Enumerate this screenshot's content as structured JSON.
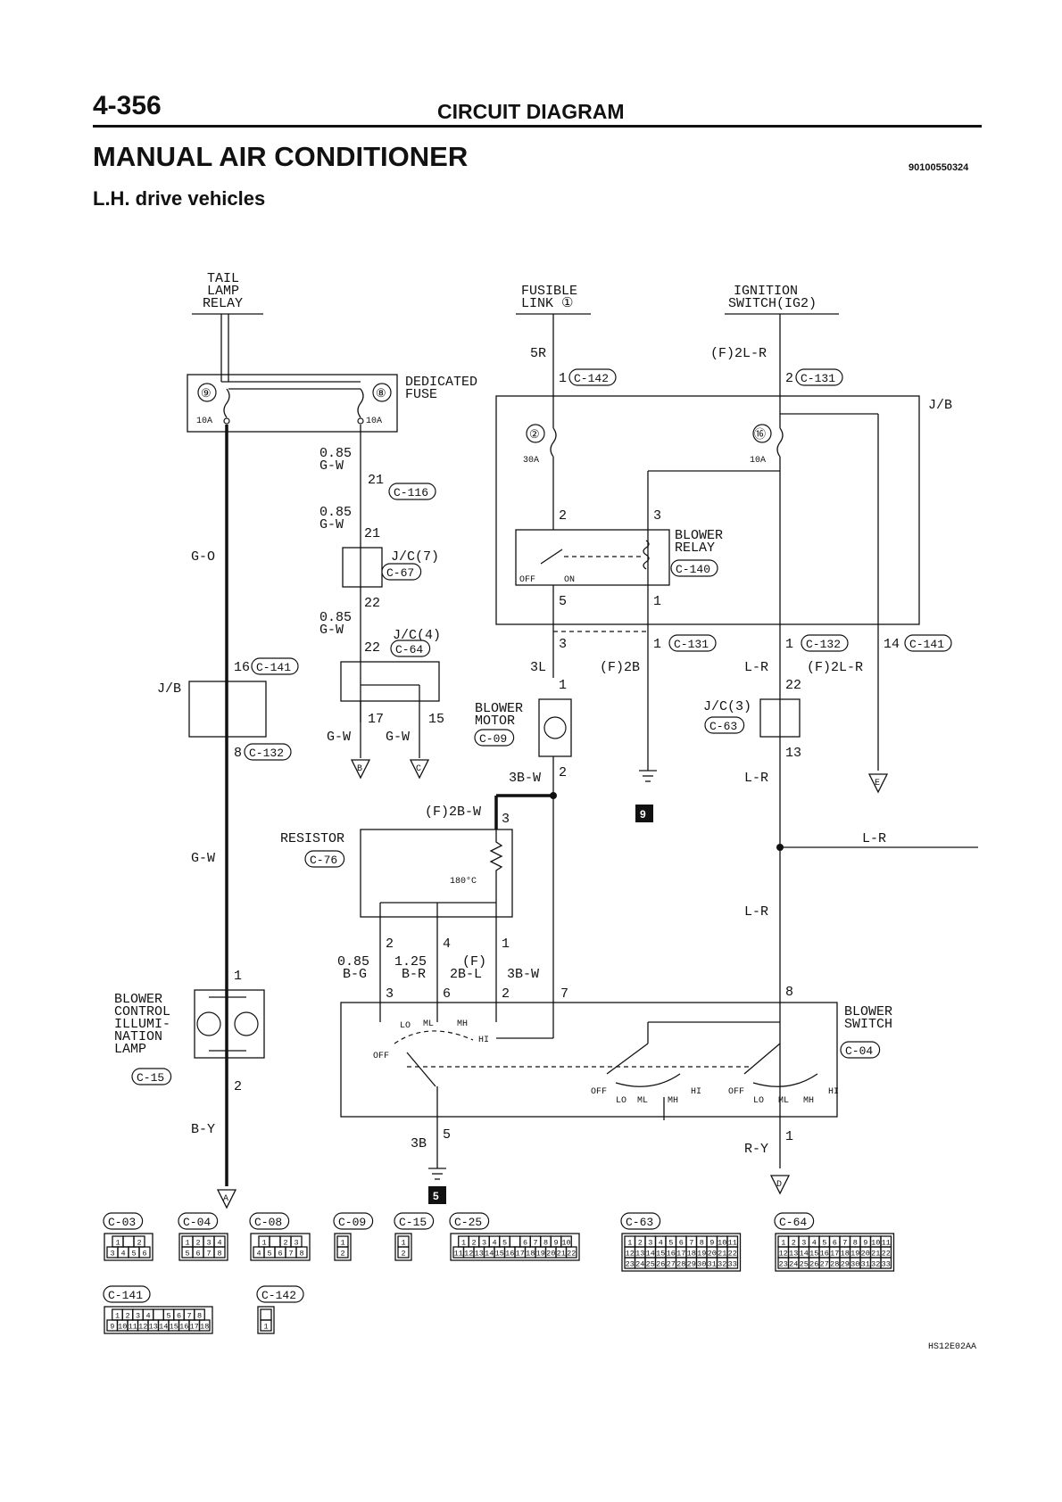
{
  "header": {
    "page_number": "4-356",
    "section": "CIRCUIT DIAGRAM",
    "title": "MANUAL AIR CONDITIONER",
    "doc_id": "90100550324",
    "subtitle": "L.H. drive vehicles"
  },
  "footer_id": "HS12E02AA",
  "components": {
    "tail_lamp_relay": [
      "TAIL",
      "LAMP",
      "RELAY"
    ],
    "fusible_link": [
      "FUSIBLE",
      "LINK ①"
    ],
    "ignition_switch": [
      "IGNITION",
      "SWITCH(IG2)"
    ],
    "dedicated_fuse": [
      "DEDICATED",
      "FUSE"
    ],
    "jb": "J/B",
    "blower_relay": [
      "BLOWER",
      "RELAY"
    ],
    "blower_motor": [
      "BLOWER",
      "MOTOR"
    ],
    "resistor": "RESISTOR",
    "blower_switch": [
      "BLOWER",
      "SWITCH"
    ],
    "illum_lamp": [
      "BLOWER",
      "CONTROL",
      "ILLUMI-",
      "NATION",
      "LAMP"
    ],
    "jc7": "J/C(7)",
    "jc4": "J/C(4)",
    "jc3": "J/C(3)"
  },
  "fuses": {
    "f9": "⑨",
    "f8": "⑧",
    "f2": "②",
    "f16": "⑯",
    "a10": "10A",
    "a30": "30A",
    "temp": "180°C"
  },
  "wires": {
    "go": "G-O",
    "gw": "G-W",
    "by": "B-Y",
    "r5": "5R",
    "f2lr": "(F)2L-R",
    "c085": "0.85",
    "lr": "L-R",
    "l3": "3L",
    "f2b": "(F)2B",
    "b3w": "3B-W",
    "f2bw": "(F)2B-W",
    "bg": "B-G",
    "br": "B-R",
    "c125": "1.25",
    "f": "(F)",
    "bl2": "2B-L",
    "b3": "3B",
    "ry": "R-Y"
  },
  "pins": {
    "p1": "1",
    "p2": "2",
    "p3": "3",
    "p4": "4",
    "p5": "5",
    "p6": "6",
    "p7": "7",
    "p8": "8",
    "p13": "13",
    "p14": "14",
    "p15": "15",
    "p16": "16",
    "p17": "17",
    "p21": "21",
    "p22": "22"
  },
  "switch_pos": {
    "off": "OFF",
    "on": "ON",
    "lo": "LO",
    "ml": "ML",
    "mh": "MH",
    "hi": "HI"
  },
  "grounds": {
    "g9": "9",
    "g5": "5"
  },
  "offpage": {
    "a": "A",
    "b": "B",
    "c": "C",
    "d": "D",
    "e": "E"
  },
  "connectors": {
    "c03": "C-03",
    "c04": "C-04",
    "c08": "C-08",
    "c09": "C-09",
    "c15": "C-15",
    "c25": "C-25",
    "c63": "C-63",
    "c64": "C-64",
    "c67": "C-67",
    "c76": "C-76",
    "c116": "C-116",
    "c131": "C-131",
    "c132": "C-132",
    "c140": "C-140",
    "c141": "C-141",
    "c142": "C-142"
  },
  "pinouts": {
    "c03": [
      [
        "1",
        "",
        "2"
      ],
      [
        "3",
        "4",
        "5",
        "6"
      ]
    ],
    "c04": [
      [
        "1",
        "2",
        "3",
        "4"
      ],
      [
        "5",
        "6",
        "7",
        "8"
      ]
    ],
    "c08": [
      [
        "1",
        "",
        "2",
        "3"
      ],
      [
        "4",
        "5",
        "6",
        "7",
        "8"
      ]
    ],
    "c09": [
      [
        "1"
      ],
      [
        "2"
      ]
    ],
    "c15": [
      [
        "1"
      ],
      [
        "2"
      ]
    ],
    "c25": [
      [
        "1",
        "2",
        "3",
        "4",
        "5",
        "",
        "6",
        "7",
        "8",
        "9",
        "10"
      ],
      [
        "11",
        "12",
        "13",
        "14",
        "15",
        "16",
        "17",
        "18",
        "19",
        "20",
        "21",
        "22"
      ]
    ],
    "c63": [
      [
        "1",
        "2",
        "3",
        "4",
        "5",
        "6",
        "7",
        "8",
        "9",
        "10",
        "11"
      ],
      [
        "12",
        "13",
        "14",
        "15",
        "16",
        "17",
        "18",
        "19",
        "20",
        "21",
        "22"
      ],
      [
        "23",
        "24",
        "25",
        "26",
        "27",
        "28",
        "29",
        "30",
        "31",
        "32",
        "33"
      ]
    ],
    "c64": [
      [
        "1",
        "2",
        "3",
        "4",
        "5",
        "6",
        "7",
        "8",
        "9",
        "10",
        "11"
      ],
      [
        "12",
        "13",
        "14",
        "15",
        "16",
        "17",
        "18",
        "19",
        "20",
        "21",
        "22"
      ],
      [
        "23",
        "24",
        "25",
        "26",
        "27",
        "28",
        "29",
        "30",
        "31",
        "32",
        "33"
      ]
    ],
    "c141": [
      [
        "1",
        "2",
        "3",
        "4",
        "",
        "5",
        "6",
        "7",
        "8"
      ],
      [
        "9",
        "10",
        "11",
        "12",
        "13",
        "14",
        "15",
        "16",
        "17",
        "18"
      ]
    ],
    "c142": [
      [
        ""
      ],
      [
        "1"
      ]
    ]
  }
}
